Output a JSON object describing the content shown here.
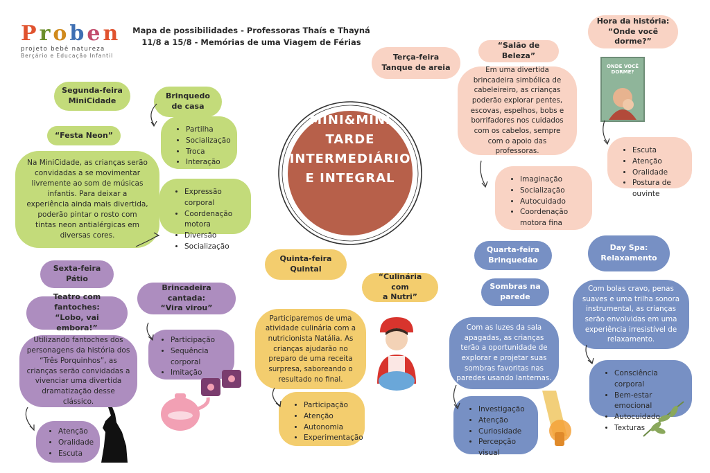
{
  "logo": {
    "name": "Proben",
    "tagline": "projeto bebê natureza",
    "subtitle": "Berçário e Educação Infantil"
  },
  "header": {
    "line1": "Mapa de possibilidades - Professoras Thaís e Thayná",
    "line2": "11/8 a 15/8 - Memórias de uma Viagem de Férias"
  },
  "center": {
    "line1": "MINI&MINI",
    "line2": "TARDE",
    "line3": "INTERMEDIÁRIO",
    "line4": "E INTEGRAL"
  },
  "monday": {
    "day": "Segunda-feira\nMiniCidade",
    "toy": "Brinquedo\nde casa",
    "toy_skills": [
      "Partilha",
      "Socialização",
      "Troca",
      "Interação"
    ],
    "activity": "“Festa Neon”",
    "description": "Na MiniCidade, as crianças serão convidadas a se movimentar livremente ao som de músicas infantis. Para deixar a experiência ainda mais divertida, poderão pintar o rosto com tintas neon antialérgicas em diversas cores.",
    "skills": [
      "Expressão corporal",
      "Coordenação motora",
      "Diversão",
      "Socialização"
    ]
  },
  "tuesday": {
    "day": "Terça-feira\nTanque de areia",
    "activity": "“Salão de Beleza”",
    "description": "Em uma divertida brincadeira simbólica de cabeleireiro, as crianças poderão explorar pentes, escovas, espelhos, bobs e borrifadores nos cuidados com os cabelos, sempre com o apoio das professoras.",
    "skills": [
      "Imaginação",
      "Socialização",
      "Autocuidado",
      "Coordenação motora fina"
    ]
  },
  "story": {
    "title": "Hora da história:\n“Onde você dorme?”",
    "book_title": "ONDE VOCÊ DORME?",
    "skills": [
      "Escuta",
      "Atenção",
      "Oralidade",
      "Postura de ouvinte"
    ]
  },
  "friday": {
    "day": "Sexta-feira\nPátio",
    "activity": "Teatro com fantoches:\n“Lobo, vai embora!”",
    "description": "Utilizando fantoches dos personagens da história dos “Três Porquinhos”, as crianças serão convidadas a vivenciar uma divertida dramatização desse clássico.",
    "skills": [
      "Atenção",
      "Oralidade",
      "Escuta"
    ],
    "song": "Brincadeira cantada:\n“Vira virou”",
    "song_skills": [
      "Participação",
      "Sequência corporal",
      "Imitação"
    ]
  },
  "thursday": {
    "day": "Quinta-feira\nQuintal",
    "activity": "“Culinária com\na Nutri”",
    "description": "Participaremos de uma atividade culinária com a nutricionista Natália. As crianças ajudarão no preparo de uma receita surpresa, saboreando o resultado no final.",
    "skills": [
      "Participação",
      "Atenção",
      "Autonomia",
      "Experimentação"
    ]
  },
  "wednesday": {
    "day": "Quarta-feira\nBrinquedão",
    "activity": "Sombras na\nparede",
    "description": "Com as luzes da sala apagadas, as crianças terão a oportunidade de explorar e projetar suas sombras favoritas nas paredes usando lanternas.",
    "skills": [
      "Investigação",
      "Atenção",
      "Curiosidade",
      "Percepção visual"
    ]
  },
  "spa": {
    "title": "Day Spa:\nRelaxamento",
    "description": "Com bolas cravo, penas suaves e uma trilha sonora instrumental, as crianças serão envolvidas em uma experiência irresistível de relaxamento.",
    "skills": [
      "Consciência corporal",
      "Bem-estar emocional",
      "Autocuidado",
      "Texturas"
    ]
  },
  "colors": {
    "green": "#c3db7a",
    "pink": "#f9d3c4",
    "purple": "#ad8dbf",
    "yellow": "#f3cd6e",
    "blue": "#7790c4",
    "center": "#b7604a"
  }
}
